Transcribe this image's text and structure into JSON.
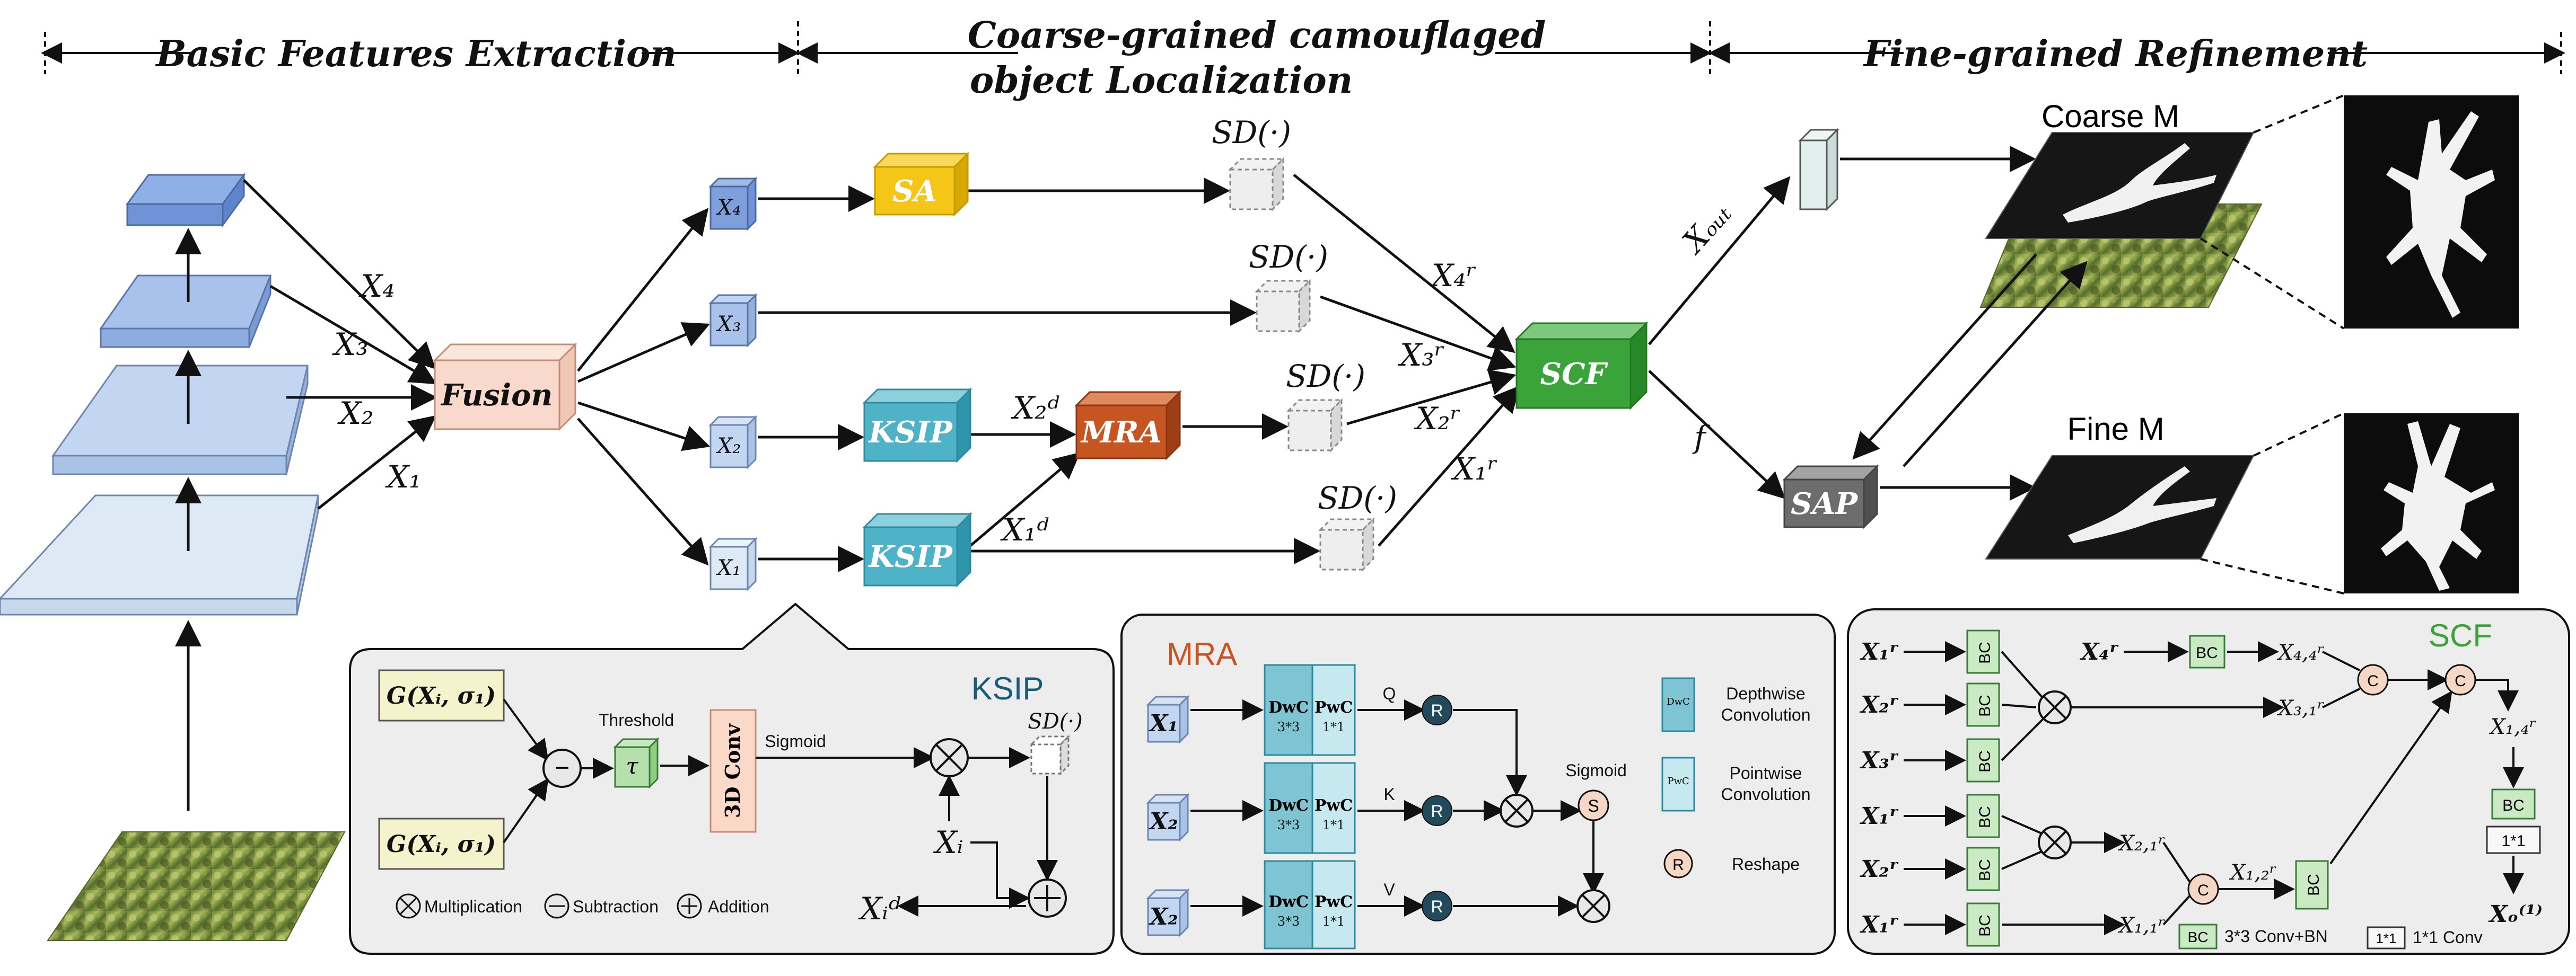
{
  "colors": {
    "sa": "#f5c518",
    "ksip": "#4fb3c7",
    "mra": "#c75522",
    "scf": "#3aa33a",
    "sap": "#6d6d6d",
    "fusion": "#f9d9cb",
    "panel": "#ededed"
  },
  "headers": {
    "basic": "Basic Features Extraction",
    "coarse_line1": "Coarse-grained camouflaged",
    "coarse_line2": "object Localization",
    "fine": "Fine-grained Refinement"
  },
  "blocks": {
    "fusion": "Fusion",
    "sa": "SA",
    "ksip1": "KSIP",
    "ksip2": "KSIP",
    "mra": "MRA",
    "scf": "SCF",
    "sap": "SAP"
  },
  "features": {
    "x1": "X₁",
    "x2": "X₂",
    "x3": "X₃",
    "x4": "X₄"
  },
  "edge_labels": {
    "x4": "X₄",
    "x3": "X₃",
    "x2": "X₂",
    "x1": "X₁",
    "x2d": "X₂ᵈ",
    "x1d": "X₁ᵈ",
    "x4r": "X₄ʳ",
    "x3r": "X₃ʳ",
    "x2r": "X₂ʳ",
    "x1r": "X₁ʳ",
    "xout": "Xₒᵤₜ",
    "f": "f",
    "sd": "SD(·)"
  },
  "outputs": {
    "coarse": "Coarse M",
    "fine": "Fine M"
  },
  "ksip_panel": {
    "title": "KSIP",
    "g1": "G(Xᵢ, σ₁)",
    "g2": "G(Xᵢ, σ₁)",
    "minus": "−",
    "threshold": "Threshold",
    "tau": "τ",
    "conv3d": "3D Conv",
    "sigmoid": "Sigmoid",
    "sd": "SD(·)",
    "xi": "Xᵢ",
    "xid": "Xᵢᵈ",
    "legend_mult": "Multiplication",
    "legend_sub": "Subtraction",
    "legend_add": "Addition"
  },
  "mra_panel": {
    "title": "MRA",
    "inputs": [
      "X₁",
      "X₂",
      "X₂"
    ],
    "dwc": "DwC",
    "dwc_k": "3*3",
    "pwc": "PwC",
    "pwc_k": "1*1",
    "q": "Q",
    "k": "K",
    "v": "V",
    "r": "R",
    "s": "S",
    "sigmoid": "Sigmoid",
    "legend_dw1": "Depthwise",
    "legend_dw2": "Convolution",
    "legend_pw1": "Pointwise",
    "legend_pw2": "Convolution",
    "legend_reshape": "Reshape"
  },
  "scf_panel": {
    "title": "SCF",
    "bc": "BC",
    "c": "C",
    "left_inputs": [
      "X₁ʳ",
      "X₂ʳ",
      "X₃ʳ",
      "X₁ʳ",
      "X₂ʳ",
      "X₁ʳ"
    ],
    "x4r": "X₄ʳ",
    "x44": "X₄,₄ʳ",
    "x31": "X₃,₁ʳ",
    "x21": "X₂,₁ʳ",
    "x11": "X₁,₁ʳ",
    "x12": "X₁,₂ʳ",
    "x14": "X₁,₄ʳ",
    "conv11": "1*1",
    "out": "Xₒ⁽¹⁾",
    "legend_bc": "BC",
    "legend_bc_text": "3*3 Conv+BN",
    "legend_11": "1*1",
    "legend_11_text": "1*1 Conv"
  }
}
